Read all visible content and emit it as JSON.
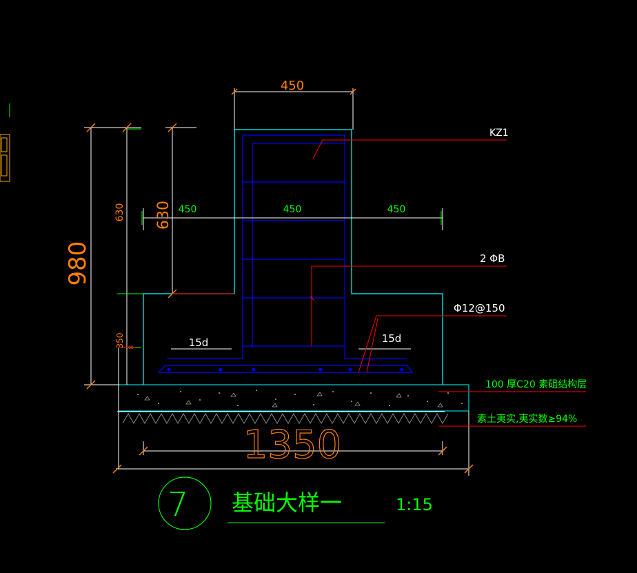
{
  "colors": {
    "background": "#000000",
    "concrete_outline": "#00ffff",
    "rebar": "#0000ff",
    "leader": "#ff0000",
    "dimension": "#ffffff",
    "dimension_text_orange": "#ff7f00",
    "label_text": "#ffffff",
    "green_text": "#00ff00",
    "hatch": "#ffffff"
  },
  "dimensions": {
    "top_width": "450",
    "left_height": "980",
    "inner_height": "630",
    "inner_height_large": "630",
    "left_step": "450",
    "middle_step": "450",
    "right_step": "450",
    "small_350": "350",
    "small_100": "100",
    "bottom_width": "1350",
    "anchor_left": "15d",
    "anchor_right": "15d"
  },
  "labels": {
    "column": "KZ1",
    "rebar_2": "2 ΦB",
    "rebar_12": "Φ12@150",
    "cushion": "100  厚C20  素砠结构层",
    "soil": "素土夷实,夷实数≥94%"
  },
  "title": {
    "number": "7",
    "name": "基础大样一",
    "scale": "1:15"
  }
}
